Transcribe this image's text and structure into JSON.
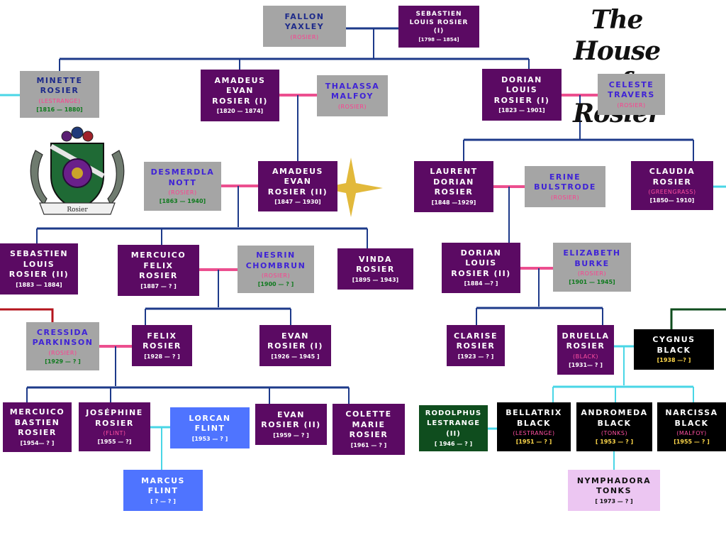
{
  "title": {
    "line1": "The House",
    "line2": "of Rosier"
  },
  "crest": {
    "label": "Rosier"
  },
  "colors": {
    "purple": "#5b0a63",
    "gray": "#a5a5a5",
    "navy": "#1d3a8a",
    "pink_line": "#ec4f8f",
    "cyan_line": "#49d6e6",
    "red_line": "#b4141d",
    "dark_green_line": "#0f4d1e",
    "black": "#000000",
    "blue": "#4f74ff",
    "light_pink": "#ecc6f2",
    "star": "#e2b93b"
  },
  "people": {
    "fallon": {
      "name": "Fallon\nYaxley",
      "spouse": "(Rosier)",
      "dates": ""
    },
    "sebastien1": {
      "name": "Sebastien\nLouis Rosier\n(I)",
      "spouse": "",
      "dates": "[1798 — 1854]"
    },
    "minette": {
      "name": "Minette\nRosier",
      "spouse": "(Lestrange)",
      "dates": "[1816 — 1880]"
    },
    "amadeus1": {
      "name": "Amadeus\nEvan\nRosier (I)",
      "spouse": "",
      "dates": "[1820 — 1874]"
    },
    "thalassa": {
      "name": "Thalassa\nMalfoy",
      "spouse": "(Rosier)",
      "dates": ""
    },
    "dorian1": {
      "name": "Dorian\nLouis\nRosier (I)",
      "spouse": "",
      "dates": "[1823 — 1901]"
    },
    "celeste": {
      "name": "Celeste\nTravers",
      "spouse": "(Rosier)",
      "dates": ""
    },
    "desmerdla": {
      "name": "Desmerdla\nNott",
      "spouse": "(Rosier)",
      "dates": "[1863 — 1940]"
    },
    "amadeus2": {
      "name": "Amadeus\nEvan\nRosier (II)",
      "spouse": "",
      "dates": "[1847 — 1930]"
    },
    "laurent": {
      "name": "Laurent\nDorian\nRosier",
      "spouse": "",
      "dates": "[1848 —1929]"
    },
    "erine": {
      "name": "Erine\nBulstrode",
      "spouse": "(Rosier)",
      "dates": ""
    },
    "claudia": {
      "name": "Claudia\nRosier",
      "spouse": "(Greengrass)",
      "dates": "[1850— 1910]"
    },
    "sebastien2": {
      "name": "Sebastien\nLouis\nRosier (II)",
      "spouse": "",
      "dates": "[1883 — 1884]"
    },
    "mercuico1": {
      "name": "Mercuico\nFelix\nRosier",
      "spouse": "",
      "dates": "[1887 — ? ]"
    },
    "nesrin": {
      "name": "Nesrin\nChombrun",
      "spouse": "(Rosier)",
      "dates": "[1900 — ? ]"
    },
    "vinda": {
      "name": "Vinda\nRosier",
      "spouse": "",
      "dates": "[1895 — 1943]"
    },
    "dorian2": {
      "name": "Dorian\nLouis\nRosier (II)",
      "spouse": "",
      "dates": "[1884 —? ]"
    },
    "elizabeth": {
      "name": "Elizabeth\nBurke",
      "spouse": "(Rosier)",
      "dates": "[1901 — 1945]"
    },
    "cressida": {
      "name": "Cressida\nParkinson",
      "spouse": "(Rosier)",
      "dates": "[1929 — ? ]"
    },
    "felix": {
      "name": "Felix\nRosier",
      "spouse": "",
      "dates": "[1928 — ? ]"
    },
    "evan1": {
      "name": "Evan\nRosier (I)",
      "spouse": "",
      "dates": "[1926 — 1945 ]"
    },
    "clarise": {
      "name": "Clarise\nRosier",
      "spouse": "",
      "dates": "[1923 — ? ]"
    },
    "druella": {
      "name": "Druella\nRosier",
      "spouse": "(Black)",
      "dates": "[1931— ? ]"
    },
    "cygnus": {
      "name": "Cygnus\nBlack",
      "spouse": "",
      "dates": "[1938 —? ]"
    },
    "mercuico2": {
      "name": "Mercuico\nBastien\nRosier",
      "spouse": "",
      "dates": "[1954— ? ]"
    },
    "josephine": {
      "name": "Joséphine\nRosier",
      "spouse": "(Flint)",
      "dates": "[1955 — ?]"
    },
    "lorcan": {
      "name": "Lorcan\nFlint",
      "spouse": "",
      "dates": "[1953 — ? ]"
    },
    "evan2": {
      "name": "Evan\nRosier (II)",
      "spouse": "",
      "dates": "[1959 — ? ]"
    },
    "colette": {
      "name": "Colette\nMarie\nRosier",
      "spouse": "",
      "dates": "[1961 — ? ]"
    },
    "rodolphus": {
      "name": "Rodolphus\nLestrange\n(II)",
      "spouse": "",
      "dates": "[ 1946 — ? ]"
    },
    "bellatrix": {
      "name": "Bellatrix\nBlack",
      "spouse": "(Lestrange)",
      "dates": "[1951 — ? ]"
    },
    "andromeda": {
      "name": "Andromeda\nBlack",
      "spouse": "(Tonks)",
      "dates": "[ 1953 — ? ]"
    },
    "narcissa": {
      "name": "Narcissa\nBlack",
      "spouse": "(Malfoy)",
      "dates": "[1955 — ? ]"
    },
    "marcus": {
      "name": "Marcus\nFlint",
      "spouse": "",
      "dates": "[ ? — ? ]"
    },
    "nymphadora": {
      "name": "Nymphadora\nTonks",
      "spouse": "",
      "dates": "[ 1973 — ? ]"
    }
  }
}
